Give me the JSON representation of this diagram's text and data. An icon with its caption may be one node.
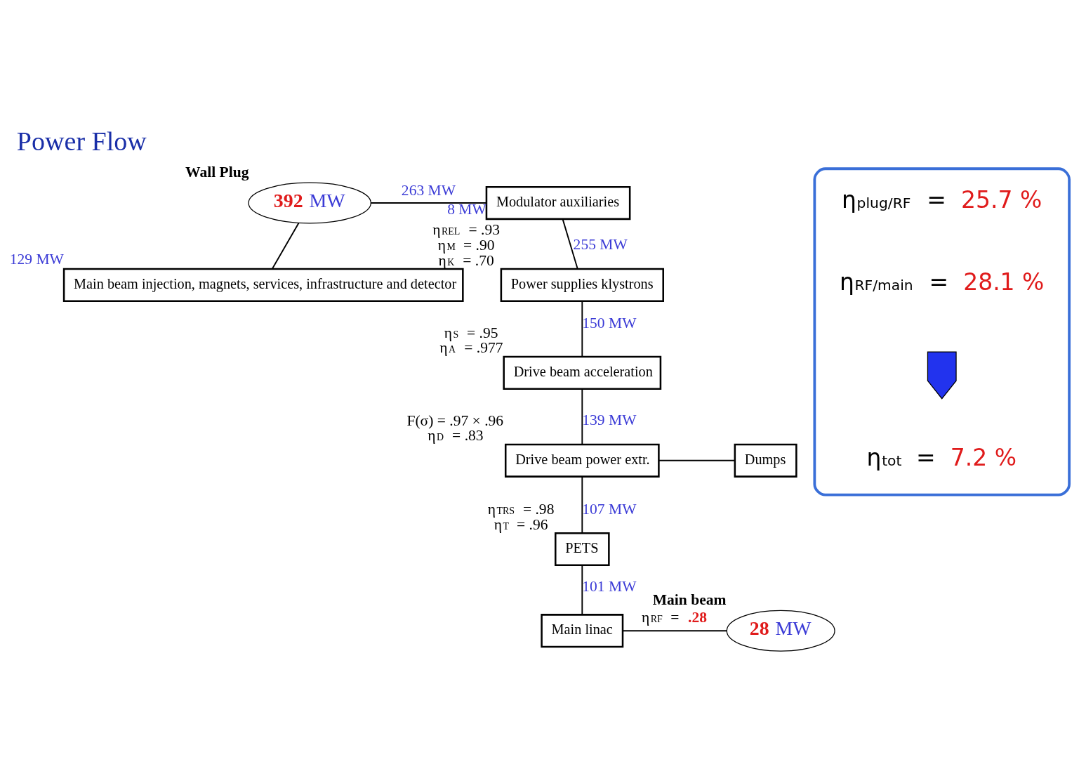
{
  "diagram": {
    "title": "Power Flow",
    "nodes": [
      {
        "text": [
          "Modulator auxiliaries"
        ],
        "beside": [
          "8 MW"
        ]
      },
      {
        "text": [
          "392 MW"
        ],
        "beside": [
          "Wall Plug"
        ]
      },
      {
        "text": [
          "Power supplies klystrons"
        ],
        "beside": [
          "η$_{REL}$ = .93",
          "η$_{M}$ = .90",
          "η$_{K}$ = .70"
        ]
      },
      {
        "text": [
          "Main beam injection, magnets, services, infrastructure and detector"
        ],
        "beside": [
          "129 MW"
        ]
      },
      {
        "text": [
          "Drive beam acceleration"
        ],
        "beside": [
          "η$_{S}$ = .95",
          "η$_{A}$ = .977"
        ]
      },
      {
        "text": [
          "Drive beam power extr."
        ],
        "beside": [
          "F(σ) = .97 × .96",
          "η$_{D}$ = .83"
        ]
      },
      {
        "text": [
          "Dumps"
        ]
      },
      {
        "text": [
          "PETS"
        ],
        "beside": [
          "η$_{TRS}$ = .98",
          "η$_{T}$ = .96"
        ]
      },
      {
        "text": [
          "Main linac"
        ]
      },
      {
        "text": [
          "28 MW"
        ],
        "beside": [
          "Main beam"
        ]
      },
      {
        "text": [],
        "shape": "box"
      },
      {
        "text": [
          "η$_{plug/RF}$ = 25.7 %"
        ],
        "in": 10
      },
      {
        "text": [
          "η$_{RF/main}$ = 28.1 %"
        ],
        "in": 10
      },
      {
        "text": [],
        "shape": "arrow",
        "in": 10
      },
      {
        "text": [
          "η$_{tot}$ = 7.2 %"
        ],
        "in": 10
      }
    ],
    "edges": [
      {
        "from": 1,
        "to": 0,
        "arrow": "none",
        "label": "263 MW"
      },
      {
        "from": 1,
        "to": 3,
        "arrow": "none"
      },
      {
        "from": 0,
        "to": 2,
        "arrow": "none",
        "label": "255 MW"
      },
      {
        "from": 2,
        "to": 4,
        "arrow": "none",
        "label": "150 MW"
      },
      {
        "from": 4,
        "to": 5,
        "arrow": "none",
        "label": "139 MW"
      },
      {
        "from": 5,
        "to": 6,
        "arrow": "none"
      },
      {
        "from": 5,
        "to": 7,
        "arrow": "none",
        "label": "107 MW"
      },
      {
        "from": 7,
        "to": 8,
        "arrow": "none",
        "label": "101 MW"
      },
      {
        "from": 8,
        "to": 9,
        "arrow": "none",
        "label": "η$_{RF}$ = .28"
      }
    ]
  }
}
